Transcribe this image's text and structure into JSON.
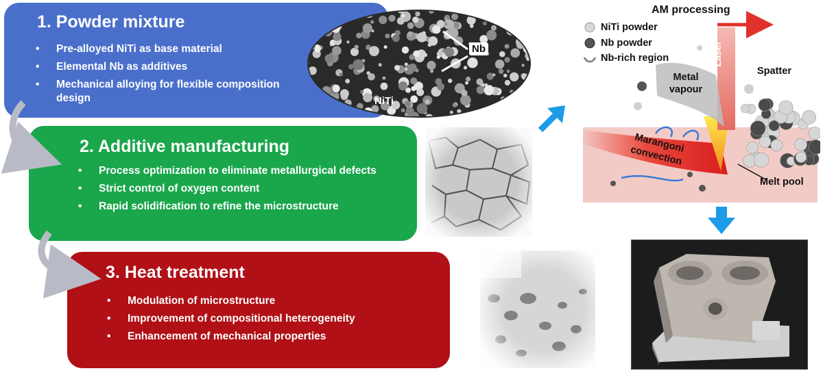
{
  "steps": [
    {
      "title": "1.   Powder mixture",
      "bullets": [
        "Pre-alloyed NiTi as base material",
        "Elemental Nb as additives",
        "Mechanical alloying for flexible composition design"
      ]
    },
    {
      "title": "2. Additive manufacturing",
      "bullets": [
        "Process optimization to eliminate metallurgical defects",
        "Strict control of oxygen content",
        "Rapid solidification to refine the microstructure"
      ]
    },
    {
      "title": "3. Heat treatment",
      "bullets": [
        "Modulation of microstructure",
        "Improvement of compositional heterogeneity",
        "Enhancement of mechanical properties"
      ]
    }
  ],
  "micrograph_labels": {
    "nb": "Nb",
    "niti": "NiTi"
  },
  "schematic": {
    "title": "AM processing",
    "legend": [
      "NiTi powder",
      "Nb powder",
      "Nb-rich region"
    ],
    "laser": "Laser",
    "metal_vapour": "Metal vapour",
    "spatter": "Spatter",
    "marangoni": "Marangoni convection",
    "melt_pool": "Melt pool"
  },
  "colors": {
    "step1": "#4a6fcb",
    "step2": "#1aa64b",
    "step3": "#b01016",
    "arrow_blue": "#1e9be6",
    "arrow_gray": "#b8bbc6"
  }
}
